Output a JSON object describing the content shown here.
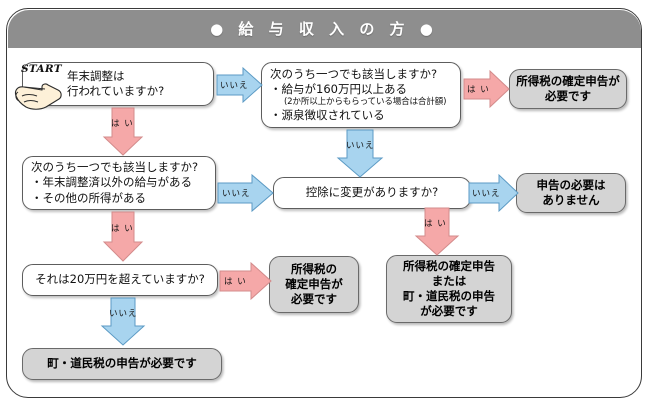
{
  "frame": {
    "title": "● 給 与 収 入 の 方 ●",
    "header_color": "#8e8e8e",
    "border_color": "#3a3a3a"
  },
  "colors": {
    "yes_arrow": "#f5a8a8",
    "no_arrow": "#a8d4ef",
    "question_box": "#ffffff",
    "result_box": "#d4d4d4"
  },
  "start": {
    "label": "START",
    "icon": "pointing-hand-icon"
  },
  "nodes": {
    "q1": {
      "id": "q1",
      "type": "question",
      "lines": [
        "年末調整は",
        "行われていますか?"
      ]
    },
    "q2": {
      "id": "q2",
      "type": "question",
      "lines": [
        "次のうち一つでも該当しますか?",
        "・給与が160万円以上ある",
        "(2か所以上からもらっている場合は合計額)",
        "・源泉徴収されている"
      ]
    },
    "q3": {
      "id": "q3",
      "type": "question",
      "lines": [
        "次のうち一つでも該当しますか?",
        "・年末調整済以外の給与がある",
        "・その他の所得がある"
      ]
    },
    "q4": {
      "id": "q4",
      "type": "question",
      "lines": [
        "控除に変更がありますか?"
      ]
    },
    "q5": {
      "id": "q5",
      "type": "question",
      "lines": [
        "それは20万円を超えていますか?"
      ]
    },
    "r1": {
      "id": "r1",
      "type": "result",
      "lines": [
        "所得税の確定申告が",
        "必要です"
      ]
    },
    "r2": {
      "id": "r2",
      "type": "result",
      "lines": [
        "申告の必要は",
        "ありません"
      ]
    },
    "r3": {
      "id": "r3",
      "type": "result",
      "lines": [
        "所得税の",
        "確定申告が",
        "必要です"
      ]
    },
    "r4": {
      "id": "r4",
      "type": "result",
      "lines": [
        "所得税の確定申告",
        "または",
        "町・道民税の申告",
        "が必要です"
      ]
    },
    "r5": {
      "id": "r5",
      "type": "result",
      "lines": [
        "町・道民税の申告が必要です"
      ]
    }
  },
  "arrows": {
    "a1": {
      "label": "いいえ",
      "kind": "no",
      "from": "q1",
      "to": "q2"
    },
    "a2": {
      "label": "は い",
      "kind": "yes",
      "from": "q1",
      "to": "q3"
    },
    "a3": {
      "label": "は い",
      "kind": "yes",
      "from": "q2",
      "to": "r1"
    },
    "a4": {
      "label": "いいえ",
      "kind": "no",
      "from": "q2",
      "to": "q4"
    },
    "a5": {
      "label": "いいえ",
      "kind": "no",
      "from": "q3",
      "to": "q4"
    },
    "a6": {
      "label": "いいえ",
      "kind": "no",
      "from": "q4",
      "to": "r2"
    },
    "a7": {
      "label": "は い",
      "kind": "yes",
      "from": "q4",
      "to": "r4"
    },
    "a8": {
      "label": "は い",
      "kind": "yes",
      "from": "q3",
      "to": "q5"
    },
    "a9": {
      "label": "は い",
      "kind": "yes",
      "from": "q5",
      "to": "r3"
    },
    "a10": {
      "label": "いいえ",
      "kind": "no",
      "from": "q5",
      "to": "r5"
    }
  }
}
